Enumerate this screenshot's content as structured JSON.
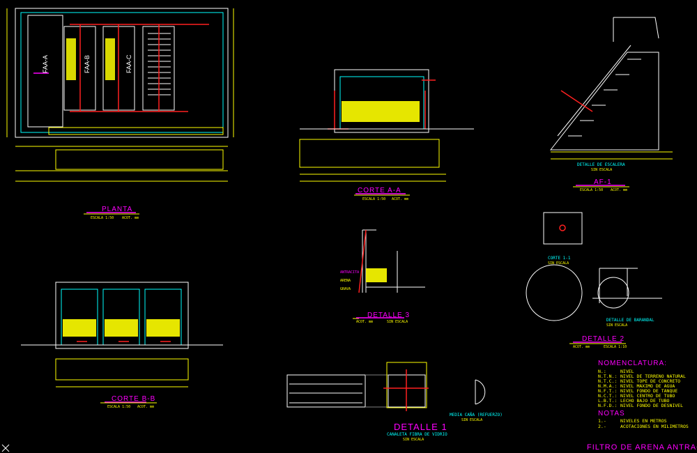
{
  "drawing_title": "FILTRO DE ARENA ANTRACITA",
  "colors": {
    "background": "#000000",
    "titles": "#ff00ff",
    "annotations": "#ffff00",
    "pipes": "#ff2020",
    "secondary": "#00ffff",
    "structure": "#ffffff"
  },
  "views": {
    "planta": {
      "title": "PLANTA",
      "scale": "ESCALA 1:50",
      "units": "ACOT. mm",
      "tank_labels": [
        "FAA-A",
        "FAA-B",
        "FAA-C"
      ]
    },
    "corte_aa": {
      "title": "CORTE A-A",
      "scale": "ESCALA 1:50",
      "units": "ACOT. mm"
    },
    "af1": {
      "title": "AF-1",
      "subtitle": "DETALLE DE ESCALERA",
      "subnote": "SIN ESCALA",
      "scale": "ESCALA 1:50",
      "units": "ACOT. mm"
    },
    "corte_bb": {
      "title": "CORTE B-B",
      "scale": "ESCALA 1:50",
      "units": "ACOT. mm"
    },
    "detalle3": {
      "title": "DETALLE 3",
      "units": "ACOT. mm",
      "scale": "SIN ESCALA",
      "layers": [
        "ANTRACITA",
        "ARENA",
        "GRAVA"
      ]
    },
    "corte11": {
      "title": "CORTE 1-1",
      "scale": "SIN ESCALA"
    },
    "detalle2": {
      "title": "DETALLE 2",
      "subtitle": "DETALLE DE BARANDAL",
      "subnote": "SIN ESCALA",
      "units": "ACOT. mm",
      "scale": "ESCALA 1:10"
    },
    "detalle1": {
      "title": "DETALLE 1",
      "subtitle": "CANALETA FIBRA DE VIDRIO",
      "subnote": "SIN ESCALA",
      "media_cana": "MEDIA CAÑA (REFUERZO)",
      "media_cana_note": "SIN ESCALA"
    }
  },
  "nomenclatura": {
    "title": "NOMENCLATURA:",
    "items": [
      {
        "abbr": "N.:",
        "desc": "NIVEL"
      },
      {
        "abbr": "N.T.N.:",
        "desc": "NIVEL DE TERRENO NATURAL"
      },
      {
        "abbr": "N.T.C.:",
        "desc": "NIVEL TOPE DE CONCRETO"
      },
      {
        "abbr": "N.M.A.:",
        "desc": "NIVEL MAXIMO DE AGUA"
      },
      {
        "abbr": "N.F.T.:",
        "desc": "NIVEL FONDO DE TANQUE"
      },
      {
        "abbr": "N.C.T.:",
        "desc": "NIVEL CENTRO DE TUBO"
      },
      {
        "abbr": "L.B.T.:",
        "desc": "LECHO BAJO DE TUBO"
      },
      {
        "abbr": "N.F.D.:",
        "desc": "NIVEL FONDO DE DESNIVEL"
      }
    ]
  },
  "notas": {
    "title": "NOTAS",
    "items": [
      {
        "num": "1.-",
        "text": "NIVELES EN METROS"
      },
      {
        "num": "2.-",
        "text": "ACOTACIONES EN MILIMETROS"
      }
    ]
  }
}
